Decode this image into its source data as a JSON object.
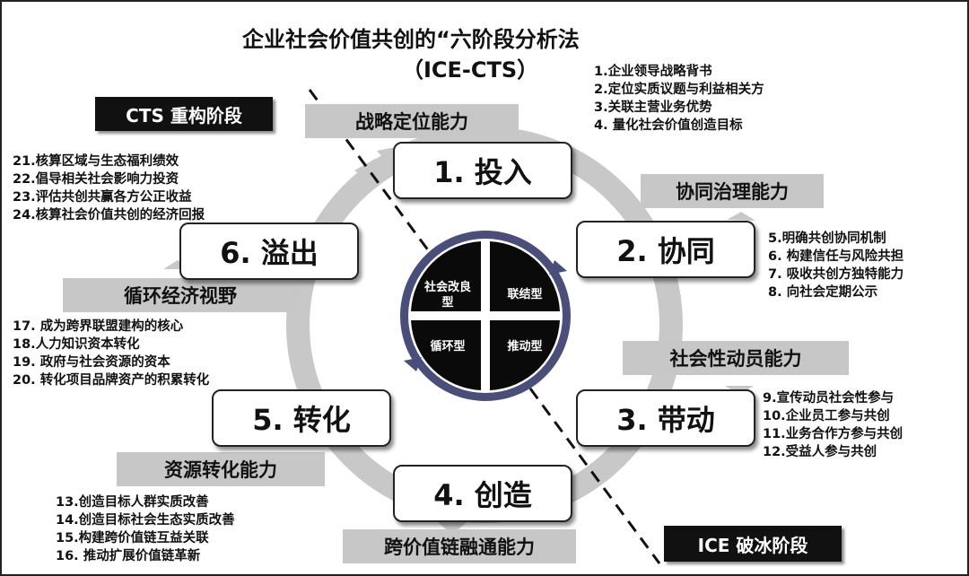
{
  "title": {
    "line1": "企业社会价值共创的“六阶段分析法",
    "line2": "（ICE-CTS）"
  },
  "stages": {
    "cts": "CTS 重构阶段",
    "ice": "ICE 破冰阶段"
  },
  "phases": [
    {
      "label": "1. 投入"
    },
    {
      "label": "2. 协同"
    },
    {
      "label": "3. 带动"
    },
    {
      "label": "4. 创造"
    },
    {
      "label": "5. 转化"
    },
    {
      "label": "6. 溢出"
    }
  ],
  "capabilities": {
    "strategy": "战略定位能力",
    "governance": "协同治理能力",
    "mobilization": "社会性动员能力",
    "value_chain": "跨价值链融通能力",
    "resource": "资源转化能力",
    "circular": "循环经济视野"
  },
  "lists": {
    "input": [
      "1.企业领导战略背书",
      "2.定位实质议题与利益相关方",
      "3.关联主营业务优势",
      "4. 量化社会价值创造目标"
    ],
    "synergy": [
      "5.明确共创协同机制",
      "6. 构建信任与风险共担",
      "7. 吸收共创方独特能力",
      "8. 向社会定期公示"
    ],
    "drive": [
      "9.宣传动员社会性参与",
      "10.企业员工参与共创",
      "11.业务合作方参与共创",
      "12.受益人参与共创"
    ],
    "create": [
      "13.创造目标人群实质改善",
      "14.创造目标社会生态实质改善",
      "15.构建跨价值链互益关联",
      "16. 推动扩展价值链革新"
    ],
    "transform": [
      "17. 成为跨界联盟建构的核心",
      "18.人力知识资本转化",
      "19. 政府与社会资源的资本",
      "20. 转化项目品牌资产的积累转化"
    ],
    "spillover": [
      "21.核算区域与生态福利绩效",
      "22.倡导相关社会影响力投资",
      "23.评估共创共赢各方公正收益",
      "24.核算社会价值共创的经济回报"
    ]
  },
  "center": {
    "q1": "社会改良型",
    "q2": "联结型",
    "q3": "循环型",
    "q4": "推动型"
  },
  "colors": {
    "ring": "#c8c8c8",
    "center_border": "#4a4e7a",
    "quadrant": "#0a0a0a",
    "capability_bg": "#c7c7c7"
  }
}
